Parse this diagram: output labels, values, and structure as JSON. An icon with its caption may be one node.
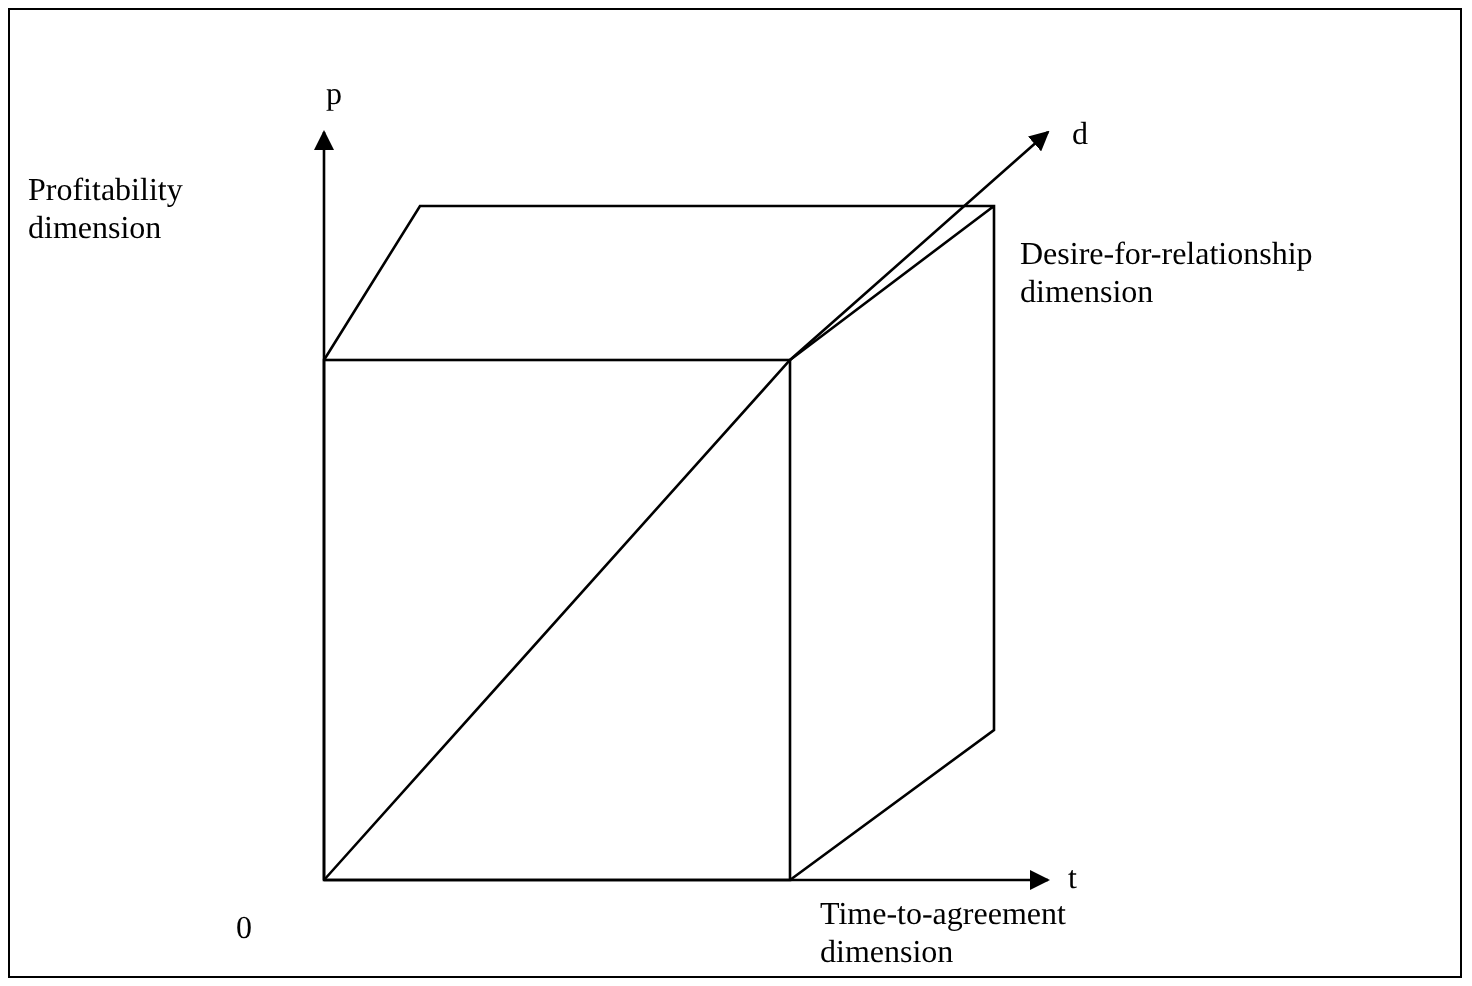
{
  "diagram": {
    "labels": [
      "p",
      "Profitability dimension",
      "d",
      "Desire-for-relationship dimension",
      "t",
      "0",
      "Time-to-agreement dimension"
    ]
  }
}
